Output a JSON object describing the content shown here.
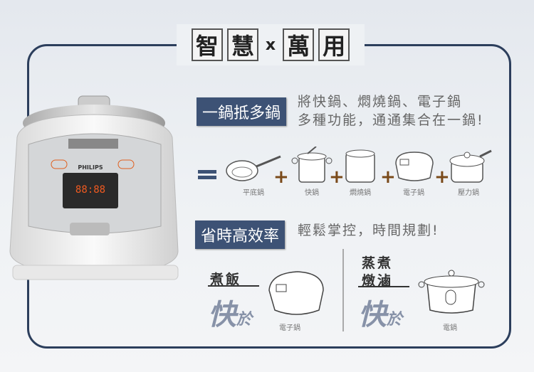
{
  "title": {
    "chars": [
      "智",
      "慧",
      "萬",
      "用"
    ],
    "x": "x"
  },
  "section1": {
    "tag": "一鍋抵多鍋",
    "desc_line1": "將快鍋、燜燒鍋、電子鍋",
    "desc_line2": "多種功能，通通集合在一鍋!",
    "items": [
      {
        "label": "平底鍋",
        "icon": "frying-pan-icon"
      },
      {
        "label": "快鍋",
        "icon": "quick-pot-icon"
      },
      {
        "label": "燜燒鍋",
        "icon": "thermal-pot-icon"
      },
      {
        "label": "電子鍋",
        "icon": "rice-cooker-icon"
      },
      {
        "label": "壓力鍋",
        "icon": "pressure-cooker-icon"
      }
    ],
    "plus": "+"
  },
  "section2": {
    "tag": "省時高效率",
    "desc": "輕鬆掌控，時間規劃!",
    "left": {
      "action": "煮飯",
      "fast": "快",
      "than": "於",
      "compare": "電子鍋"
    },
    "right": {
      "action1": "蒸煮",
      "action2": "燉滷",
      "fast": "快",
      "than": "於",
      "compare": "電鍋"
    }
  },
  "product": {
    "brand": "PHILIPS",
    "display": "88:88"
  },
  "colors": {
    "accent": "#3d5275",
    "frame": "#2c3e5c"
  }
}
